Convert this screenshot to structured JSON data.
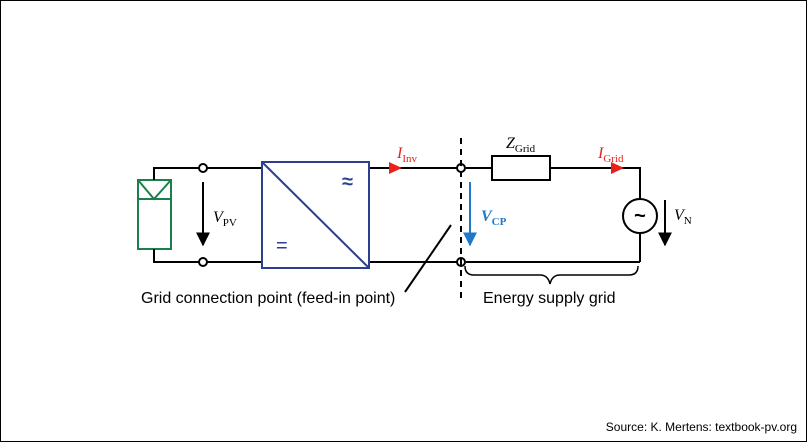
{
  "labels": {
    "v_pv": {
      "main": "V",
      "sub": "PV"
    },
    "i_inv": {
      "main": "I",
      "sub": "Inv"
    },
    "z_grid": {
      "main": "Z",
      "sub": "Grid"
    },
    "i_grid": {
      "main": "I",
      "sub": "Grid"
    },
    "v_cp": {
      "main": "V",
      "sub": "CP"
    },
    "v_n": {
      "main": "V",
      "sub": "N"
    }
  },
  "inverter": {
    "ac_symbol": "≈",
    "dc_symbol": "="
  },
  "source_symbol": "~",
  "captions": {
    "grid_connection_point": "Grid connection point (feed-in point)",
    "energy_supply_grid": "Energy supply grid",
    "source": "Source: K. Mertens: textbook-pv.org"
  },
  "colors": {
    "wire": "#000000",
    "pv_module": "#1a7f4a",
    "inverter": "#2b3f8f",
    "current_arrow": "#e8211b",
    "cp_voltage": "#1f78c8"
  }
}
